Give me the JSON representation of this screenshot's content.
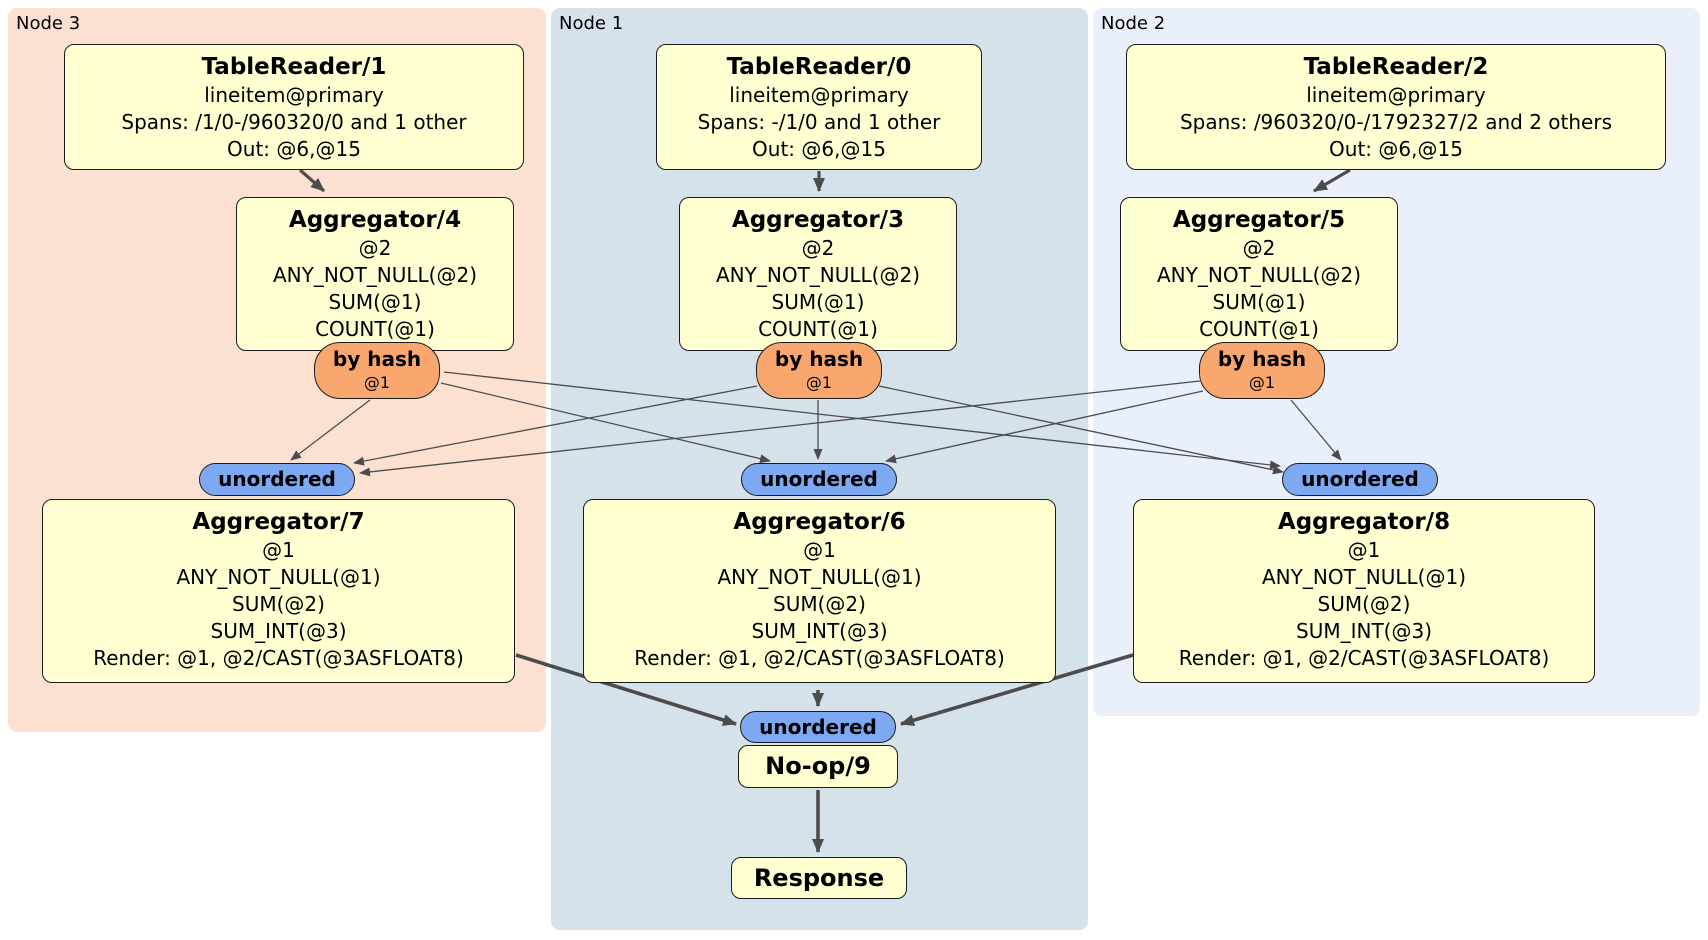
{
  "regions": {
    "node3": {
      "label": "Node 3"
    },
    "node1": {
      "label": "Node 1"
    },
    "node2": {
      "label": "Node 2"
    }
  },
  "processors": {
    "tr1": {
      "title": "TableReader/1",
      "lines": [
        "lineitem@primary",
        "Spans: /1/0-/960320/0 and 1 other",
        "Out: @6,@15"
      ]
    },
    "tr0": {
      "title": "TableReader/0",
      "lines": [
        "lineitem@primary",
        "Spans: -/1/0 and 1 other",
        "Out: @6,@15"
      ]
    },
    "tr2": {
      "title": "TableReader/2",
      "lines": [
        "lineitem@primary",
        "Spans: /960320/0-/1792327/2 and 2 others",
        "Out: @6,@15"
      ]
    },
    "agg4": {
      "title": "Aggregator/4",
      "lines": [
        "@2",
        "ANY_NOT_NULL(@2)",
        "SUM(@1)",
        "COUNT(@1)"
      ]
    },
    "agg3": {
      "title": "Aggregator/3",
      "lines": [
        "@2",
        "ANY_NOT_NULL(@2)",
        "SUM(@1)",
        "COUNT(@1)"
      ]
    },
    "agg5": {
      "title": "Aggregator/5",
      "lines": [
        "@2",
        "ANY_NOT_NULL(@2)",
        "SUM(@1)",
        "COUNT(@1)"
      ]
    },
    "agg7": {
      "title": "Aggregator/7",
      "lines": [
        "@1",
        "ANY_NOT_NULL(@1)",
        "SUM(@2)",
        "SUM_INT(@3)",
        "Render: @1, @2/CAST(@3ASFLOAT8)"
      ]
    },
    "agg6": {
      "title": "Aggregator/6",
      "lines": [
        "@1",
        "ANY_NOT_NULL(@1)",
        "SUM(@2)",
        "SUM_INT(@3)",
        "Render: @1, @2/CAST(@3ASFLOAT8)"
      ]
    },
    "agg8": {
      "title": "Aggregator/8",
      "lines": [
        "@1",
        "ANY_NOT_NULL(@1)",
        "SUM(@2)",
        "SUM_INT(@3)",
        "Render: @1, @2/CAST(@3ASFLOAT8)"
      ]
    },
    "noop": {
      "title": "No-op/9"
    },
    "response": {
      "title": "Response"
    }
  },
  "routers": {
    "hash3": {
      "label": "by hash",
      "detail": "@1"
    },
    "hash1": {
      "label": "by hash",
      "detail": "@1"
    },
    "hash2": {
      "label": "by hash",
      "detail": "@1"
    }
  },
  "syncs": {
    "left": {
      "label": "unordered"
    },
    "mid": {
      "label": "unordered"
    },
    "right": {
      "label": "unordered"
    },
    "bottom": {
      "label": "unordered"
    }
  },
  "colors": {
    "node3_bg": "#fce1d3",
    "node1_bg": "#d5e2ea",
    "node2_bg": "#eaf0fb",
    "processor_fill": "#ffffd1",
    "router_fill": "#faa76f",
    "sync_fill": "#7da9f3",
    "edge": "#4c4c4c",
    "border": "#1c1c1c"
  }
}
